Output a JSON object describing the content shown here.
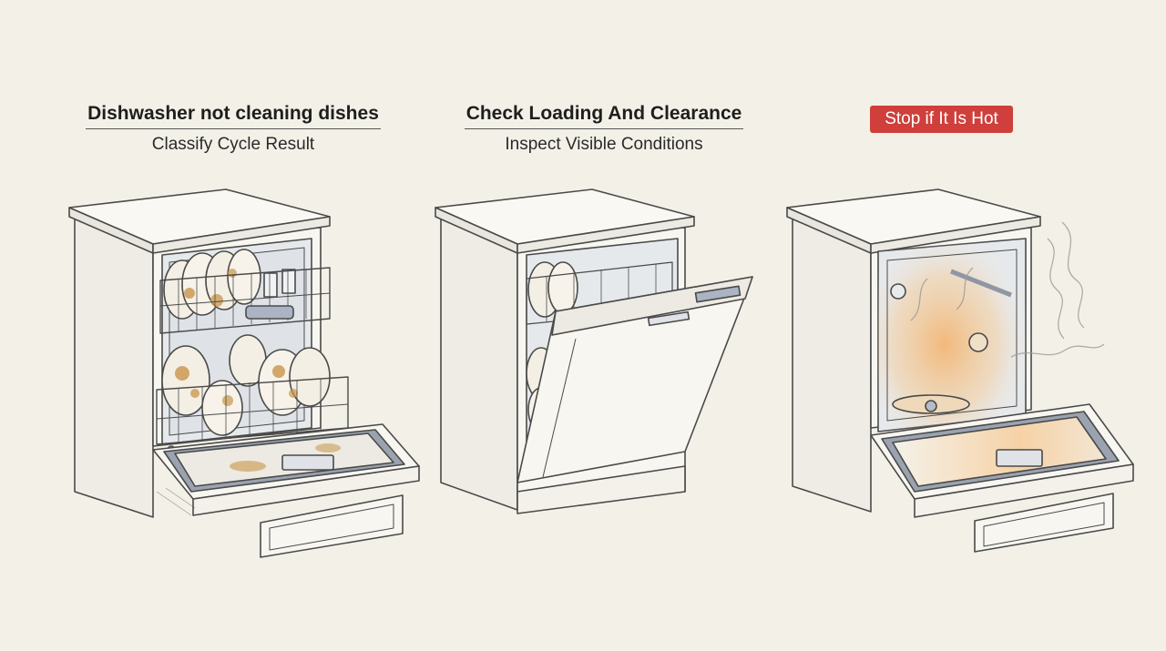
{
  "panels": [
    {
      "title": "Dishwasher not cleaning dishes",
      "subtitle": "Classify Cycle Result"
    },
    {
      "title": "Check Loading And Clearance",
      "subtitle": "Inspect Visible Conditions"
    },
    {
      "badge": "Stop if It Is Hot"
    }
  ],
  "colors": {
    "background": "#f3f1e7",
    "outline": "#4a4a4a",
    "appliance_body": "#f7f6f0",
    "tub_interior": "#e8ebee",
    "seal_gray": "#8f97a3",
    "food_residue": "#c9944a",
    "heat_glow": "#f2b36a",
    "badge_red": "#cf3f3b"
  },
  "icons": [
    "dirty-dishwasher-illustration",
    "door-ajar-dishwasher-illustration",
    "hot-steam-dishwasher-illustration"
  ]
}
